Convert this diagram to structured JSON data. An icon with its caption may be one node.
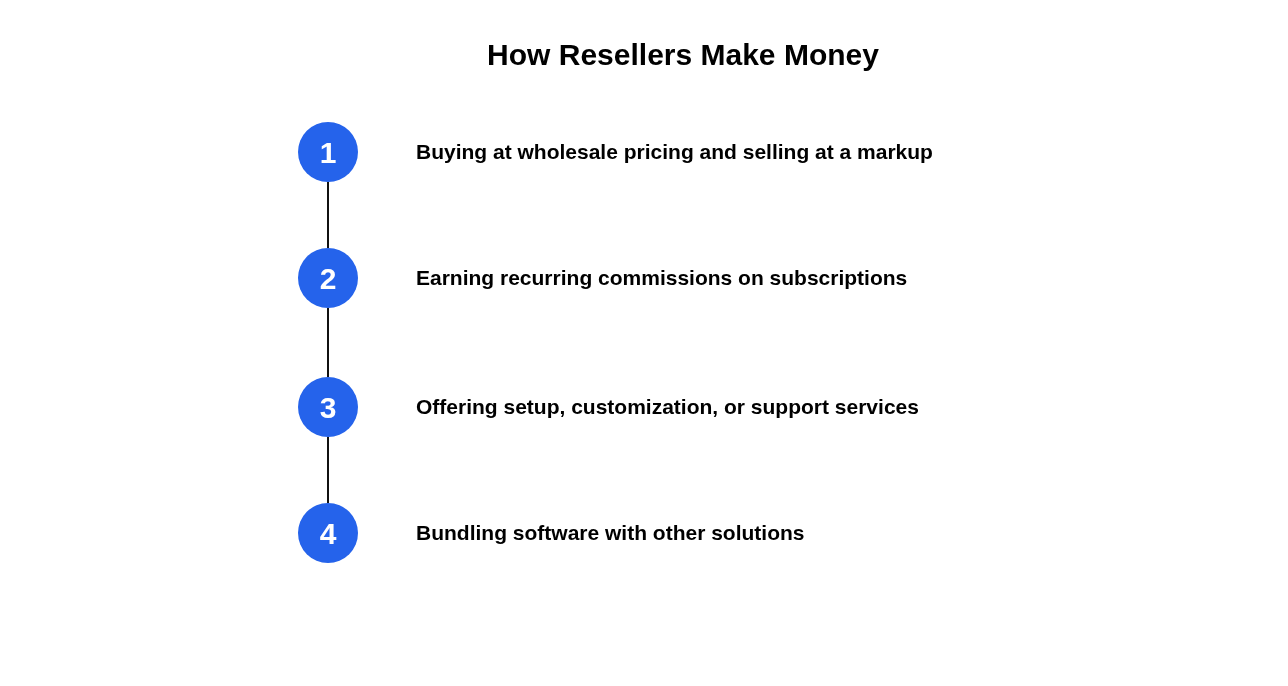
{
  "diagram": {
    "title": "How Resellers Make Money",
    "nodes": [
      {
        "text": [
          "1"
        ],
        "beside": [
          "Buying at wholesale pricing and selling at a markup"
        ]
      },
      {
        "text": [
          "2"
        ],
        "beside": [
          "Earning recurring commissions on subscriptions"
        ]
      },
      {
        "text": [
          "3"
        ],
        "beside": [
          "Offering setup, customization, or support services"
        ]
      },
      {
        "text": [
          "4"
        ],
        "beside": [
          "Bundling software with other solutions"
        ]
      }
    ],
    "edges": [
      {
        "from": 0,
        "to": 1,
        "arrow": "none"
      },
      {
        "from": 1,
        "to": 2,
        "arrow": "none"
      },
      {
        "from": 2,
        "to": 3,
        "arrow": "none"
      }
    ]
  }
}
